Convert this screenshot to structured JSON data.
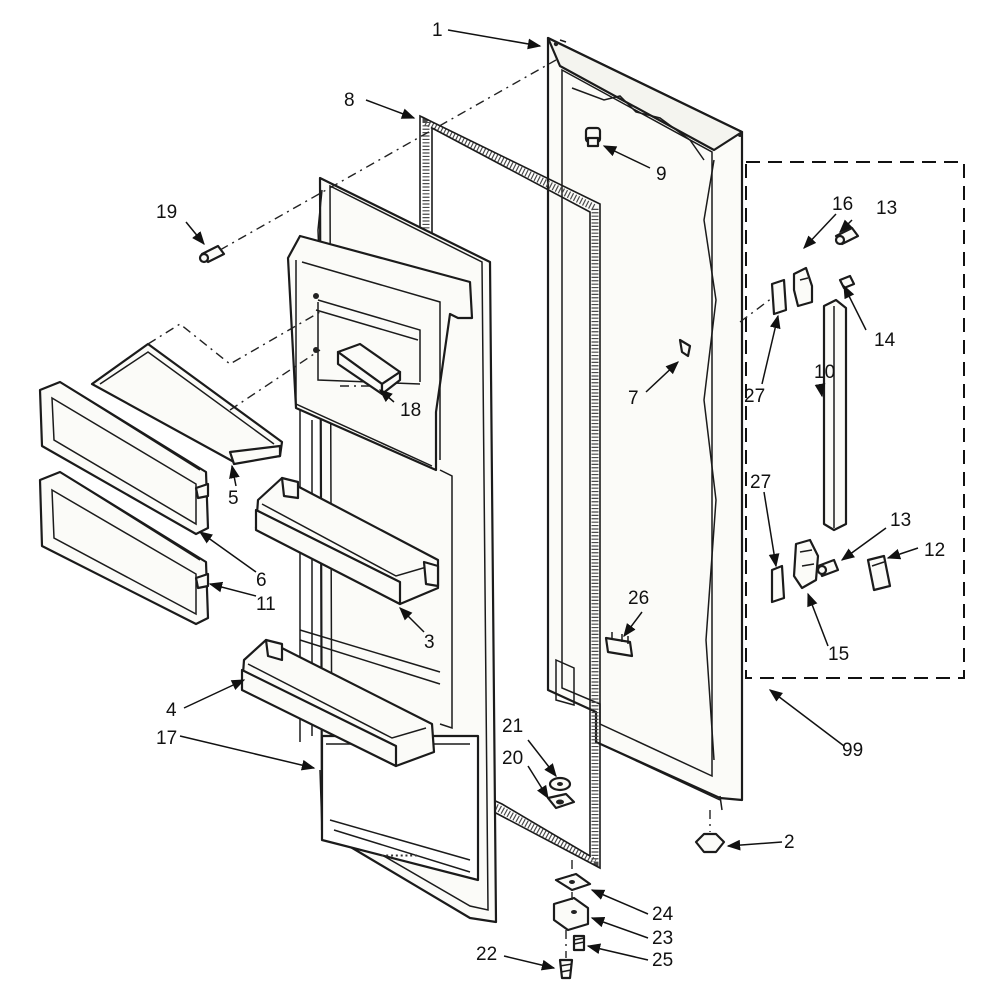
{
  "callouts": [
    {
      "id": "c1",
      "text": "1"
    },
    {
      "id": "c2",
      "text": "2"
    },
    {
      "id": "c3",
      "text": "3"
    },
    {
      "id": "c4",
      "text": "4"
    },
    {
      "id": "c5",
      "text": "5"
    },
    {
      "id": "c6",
      "text": "6"
    },
    {
      "id": "c7",
      "text": "7"
    },
    {
      "id": "c8",
      "text": "8"
    },
    {
      "id": "c9",
      "text": "9"
    },
    {
      "id": "c10",
      "text": "10"
    },
    {
      "id": "c11",
      "text": "11"
    },
    {
      "id": "c12",
      "text": "12"
    },
    {
      "id": "c13a",
      "text": "13"
    },
    {
      "id": "c13b",
      "text": "13"
    },
    {
      "id": "c14",
      "text": "14"
    },
    {
      "id": "c15",
      "text": "15"
    },
    {
      "id": "c16",
      "text": "16"
    },
    {
      "id": "c17",
      "text": "17"
    },
    {
      "id": "c18",
      "text": "18"
    },
    {
      "id": "c19",
      "text": "19"
    },
    {
      "id": "c20",
      "text": "20"
    },
    {
      "id": "c21",
      "text": "21"
    },
    {
      "id": "c22",
      "text": "22"
    },
    {
      "id": "c23",
      "text": "23"
    },
    {
      "id": "c24",
      "text": "24"
    },
    {
      "id": "c25",
      "text": "25"
    },
    {
      "id": "c26",
      "text": "26"
    },
    {
      "id": "c27a",
      "text": "27"
    },
    {
      "id": "c27b",
      "text": "27"
    },
    {
      "id": "c99",
      "text": "99"
    }
  ]
}
